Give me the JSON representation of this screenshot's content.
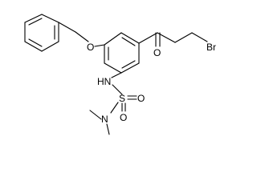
{
  "molecule": {
    "atoms": {
      "o_ether": "O",
      "nh": "HN",
      "s": "S",
      "o_s_right": "O",
      "o_s_bottom": "O",
      "n_amine": "N",
      "o_ketone": "O",
      "br": "Br"
    }
  },
  "colors": {
    "bond": "#000000",
    "background": "#ffffff"
  }
}
